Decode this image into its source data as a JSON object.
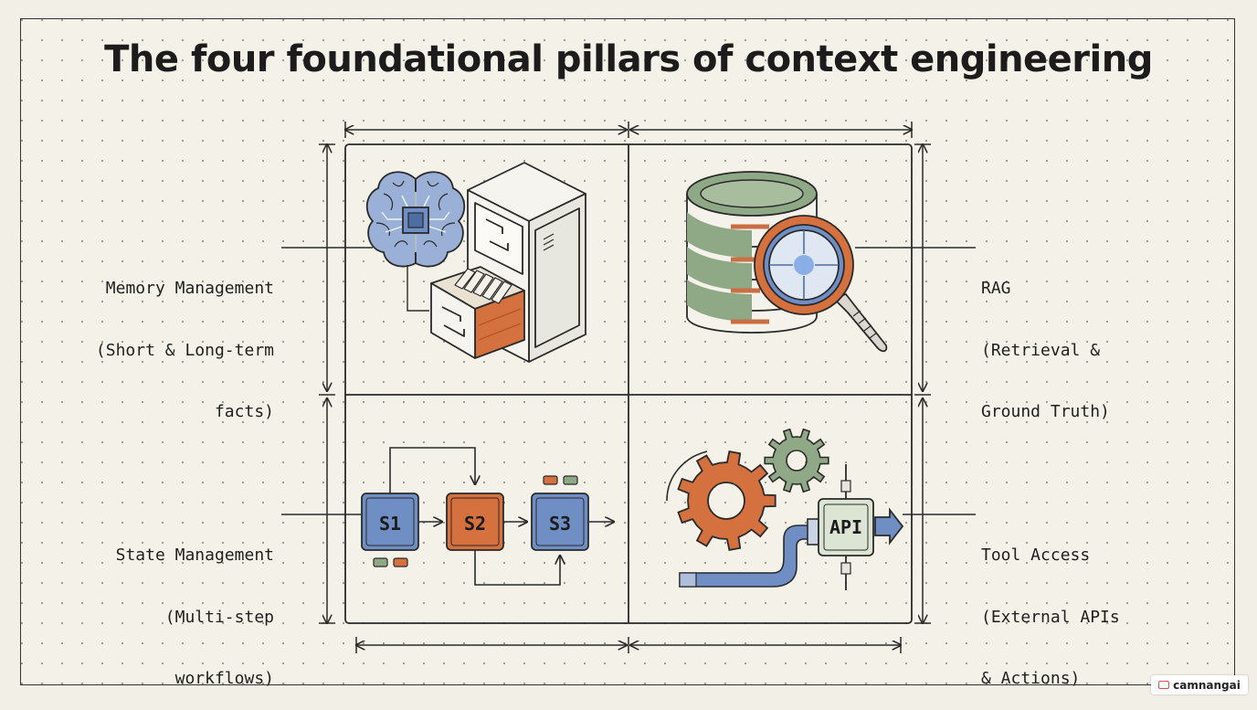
{
  "title": "The four foundational pillars of context engineering",
  "pillars": {
    "memory": {
      "lines": [
        "Memory Management",
        "(Short & Long-term",
        "facts)"
      ],
      "icons": [
        "brain-chip-icon",
        "filing-cabinet-icon"
      ]
    },
    "rag": {
      "lines": [
        "RAG",
        "(Retrieval &",
        "Ground Truth)"
      ],
      "icons": [
        "database-icon",
        "magnifying-glass-icon"
      ]
    },
    "state": {
      "lines": [
        "State Management",
        "(Multi-step",
        "workflows)"
      ],
      "steps": [
        "S1",
        "S2",
        "S3"
      ]
    },
    "tools": {
      "lines": [
        "Tool Access",
        "(External APIs",
        "& Actions)"
      ],
      "api_label": "API",
      "icons": [
        "gear-icon",
        "gear-icon",
        "pipe-icon",
        "api-connector-icon"
      ]
    }
  },
  "watermark": "camnangai",
  "colors": {
    "ink": "#2a2a2a",
    "blue": "#6f8fc4",
    "orange": "#d5703f",
    "green": "#8fa886",
    "background": "#f3f1e8"
  }
}
